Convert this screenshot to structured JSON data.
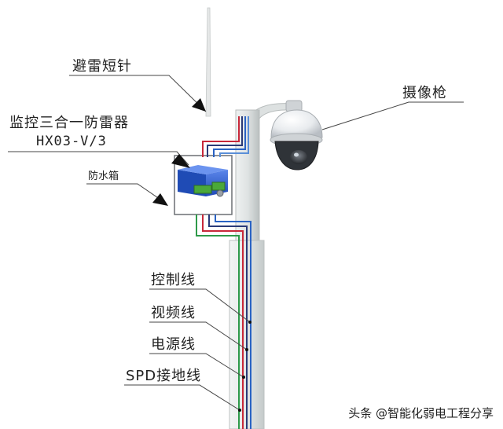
{
  "labels": {
    "lightning_rod": "避雷短针",
    "camera": "摄像枪",
    "protector_title": "监控三合一防雷器",
    "protector_model": "HX03-V/3",
    "waterproof_box": "防水箱",
    "control_line": "控制线",
    "video_line": "视频线",
    "power_line": "电源线",
    "spd_ground_line": "SPD接地线"
  },
  "watermark": "头条 @智能化弱电工程分享",
  "colors": {
    "wire_red": "#c8283a",
    "wire_blue": "#2a63c4",
    "wire_green": "#2e9a4a",
    "wire_navy": "#2a3a78",
    "device_blue": "#2f5fd0",
    "terminal_green": "#4aa83a",
    "pole_gray": "#d8dcdc"
  }
}
